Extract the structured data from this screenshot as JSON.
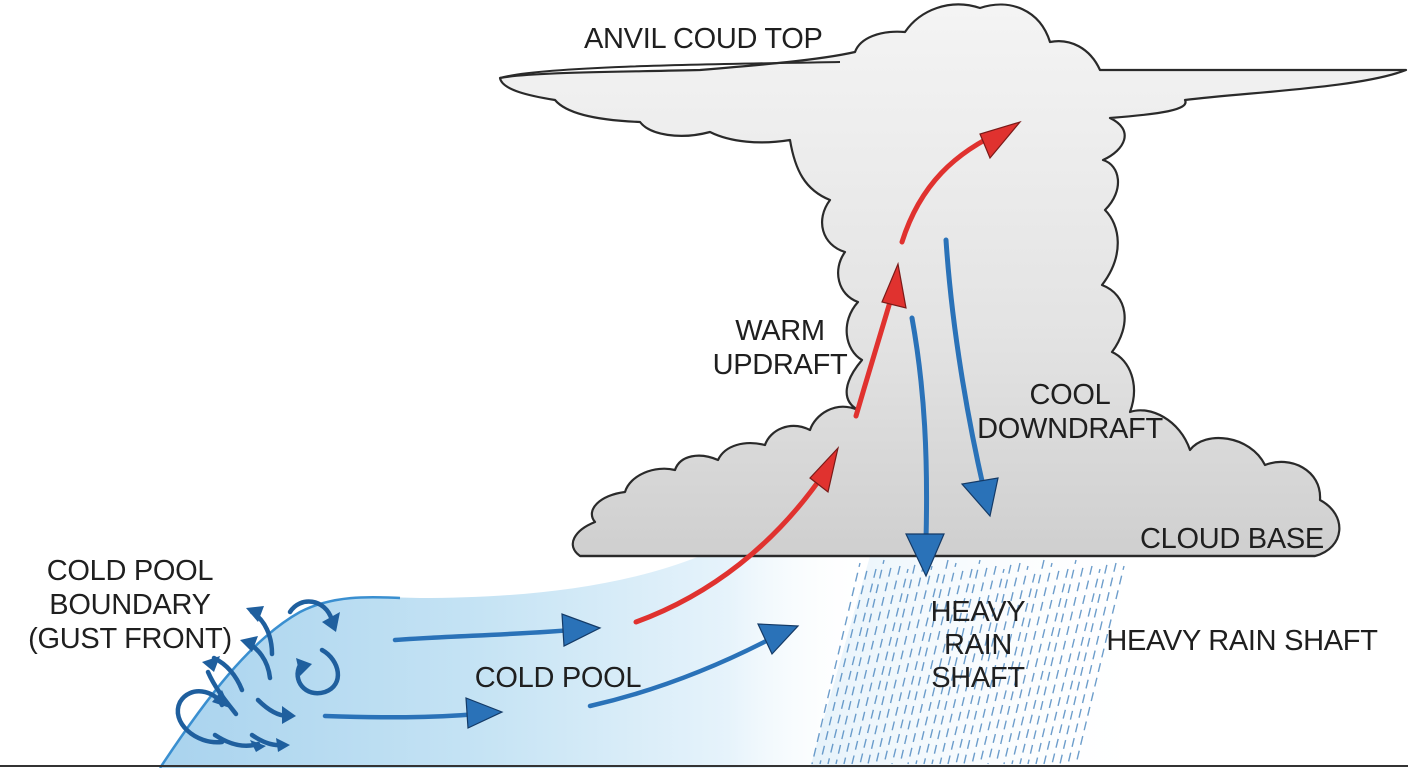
{
  "labels": {
    "anvil_top": "ANVIL COUD TOP",
    "warm_updraft_line1": "WARM",
    "warm_updraft_line2": "UPDRAFT",
    "cool_downdraft_line1": "COOL",
    "cool_downdraft_line2": "DOWNDRAFT",
    "cloud_base": "CLOUD BASE",
    "cold_pool_boundary_line1": "COLD POOL",
    "cold_pool_boundary_line2": "BOUNDARY",
    "cold_pool_boundary_line3": "(GUST FRONT)",
    "cold_pool": "COLD POOL",
    "heavy_rain_shaft_inner_line1": "HEAVY",
    "heavy_rain_shaft_inner_line2": "RAIN",
    "heavy_rain_shaft_inner_line3": "SHAFT",
    "heavy_rain_shaft_outer": "HEAVY RAIN SHAFT"
  },
  "colors": {
    "warm_arrow": "#e0322f",
    "cool_arrow": "#2a72b8",
    "cold_pool_fill": "#b9dcf0",
    "cloud_fill": "#e6e6e6",
    "outline": "#222222"
  }
}
